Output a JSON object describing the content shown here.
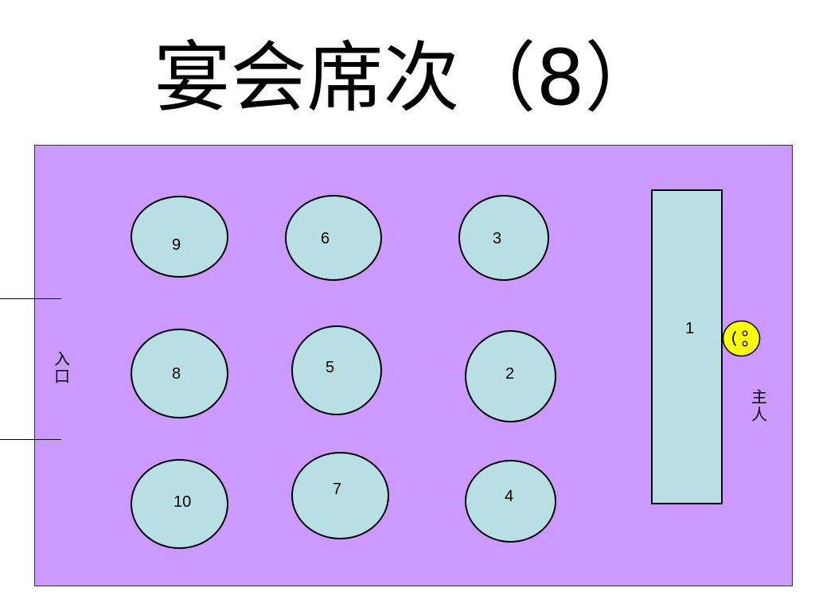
{
  "title": {
    "main": "宴会席次",
    "open": "（",
    "number": "8",
    "close": "）"
  },
  "colors": {
    "hall": "#cc99ff",
    "table_fill": "#b8dfe3",
    "host_face": "#ffff00"
  },
  "entrance": {
    "label": "入口"
  },
  "host": {
    "label": "主人",
    "icon": "smiley-face-icon"
  },
  "head_table": {
    "number": "1"
  },
  "round_tables": [
    {
      "number": "9"
    },
    {
      "number": "6"
    },
    {
      "number": "3"
    },
    {
      "number": "8"
    },
    {
      "number": "5"
    },
    {
      "number": "2"
    },
    {
      "number": "10"
    },
    {
      "number": "7"
    },
    {
      "number": "4"
    }
  ]
}
